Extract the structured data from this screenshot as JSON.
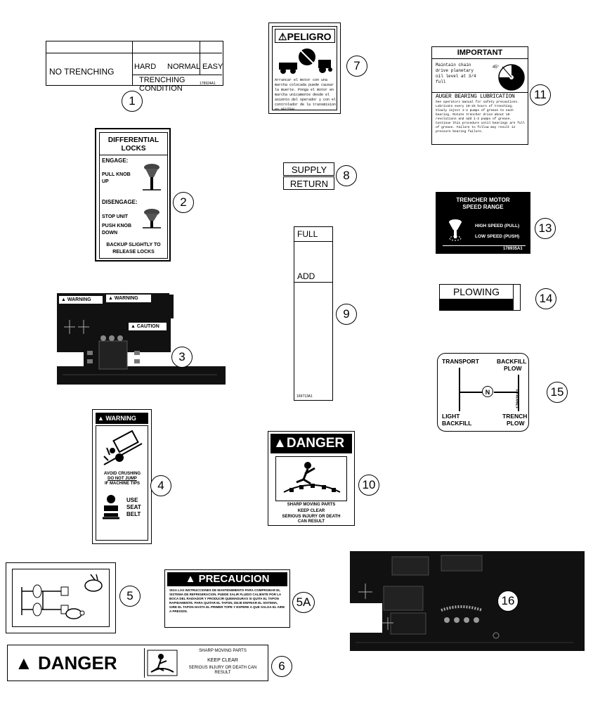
{
  "labels": {
    "d1": {
      "callout": "1",
      "no_trenching": "NO TRENCHING",
      "hard": "HARD",
      "normal": "NORMAL",
      "easy": "EASY",
      "trenching_condition": "TRENCHING CONDITION",
      "part": "178924A1"
    },
    "d2": {
      "callout": "2",
      "title": "DIFFERENTIAL LOCKS",
      "engage": "ENGAGE:",
      "pull": "PULL KNOB UP",
      "disengage": "DISENGAGE:",
      "stop": "STOP UNIT",
      "push": "PUSH KNOB DOWN",
      "backup": "BACKUP SLIGHTLY TO RELEASE LOCKS"
    },
    "d3": {
      "callout": "3",
      "warning1": "WARNING",
      "warning2": "WARNING",
      "caution": "CAUTION"
    },
    "d4": {
      "callout": "4",
      "warning": "WARNING",
      "avoid": "AVOID CRUSHING",
      "donot": "DO NOT JUMP",
      "tips": "IF MACHINE TIPS",
      "use": "USE",
      "seat": "SEAT",
      "belt": "BELT"
    },
    "d5": {
      "callout": "5"
    },
    "d5a": {
      "callout": "5A",
      "title": "PRECAUCION",
      "body": "SIGA LAS INSTRUCCIONES DE MANTENIMIENTO PARA COMPROBAR EL SISTEMA DE REFRIGERACION. PUEDE SALIR FLUIDO CALIENTE POR LA BOCA DEL RADIADOR Y PRODUCIR QUEMADURAS SI QUITA EL TAPON RAPIDAMENTE. PARA QUITAR EL TAPON, DEJE ENFRIAR EL SISTEMA, GIRE EL TAPON HASTA EL PRIMER TOPE Y ESPERE A QUE SALGA EL AIRE A PRESION."
    },
    "d6": {
      "callout": "6",
      "danger": "DANGER",
      "sharp": "SHARP MOVING PARTS",
      "keep": "KEEP CLEAR",
      "serious": "SERIOUS INJURY OR DEATH CAN RESULT"
    },
    "d7": {
      "callout": "7",
      "title": "PELIGRO",
      "body": "Arrancar el motor con una marcha colocada puede causar la muerte. Ponga el motor en marcha unicamente desde el asiento del operador y con el controlador de la transmision en NEUTRAL."
    },
    "d8": {
      "callout": "8",
      "supply": "SUPPLY",
      "return": "RETURN"
    },
    "d9": {
      "callout": "9",
      "full": "FULL",
      "add": "ADD",
      "part": "169713A1"
    },
    "d10": {
      "callout": "10",
      "danger": "DANGER",
      "sharp": "SHARP MOVING PARTS",
      "keep": "KEEP CLEAR",
      "serious": "SERIOUS INJURY OR DEATH",
      "can": "CAN RESULT"
    },
    "d11": {
      "callout": "11",
      "title": "IMPORTANT",
      "maintain": "Maintain chain drive planetary oil level at 3/4 full",
      "angle": "45°",
      "auger": "AUGER BEARING LUBRICATION",
      "body": "See operators manual for safety precautions. Lubricate every 10-25 hours of trenching. Slowly inject 1-2 pumps of grease to each bearing. Rotate trencher drive about 10 revolutions and add 1-2 pumps of grease. Continue this procedure until bearings are full of grease. Failure to follow may result in pressure bearing failure."
    },
    "d13": {
      "callout": "13",
      "title1": "TRENCHER MOTOR",
      "title2": "SPEED RANGE",
      "high": "HIGH SPEED (PULL)",
      "low": "LOW SPEED (PUSH)",
      "part": "178935A1"
    },
    "d14": {
      "callout": "14",
      "plowing": "PLOWING"
    },
    "d15": {
      "callout": "15",
      "transport": "TRANSPORT",
      "backfill_plow1": "BACKFILL",
      "backfill_plow2": "PLOW",
      "light1": "LIGHT",
      "light2": "BACKFILL",
      "trench1": "TRENCH",
      "trench2": "PLOW",
      "n": "N",
      "part": "178938A1"
    },
    "d16": {
      "callout": "16"
    }
  }
}
